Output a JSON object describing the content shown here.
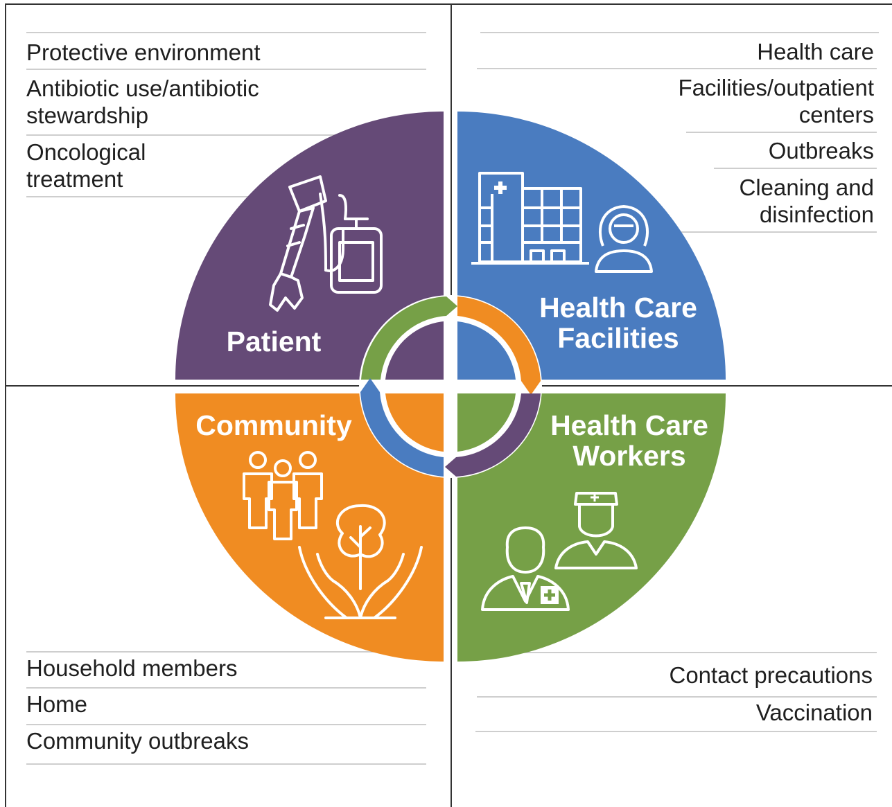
{
  "quadrants": {
    "patient": {
      "label": "Patient",
      "color": "#654a77",
      "icon": "iv-drip-icon",
      "items": [
        "Protective environment",
        "Antibiotic use/antibiotic stewardship",
        "Oncological treatment"
      ]
    },
    "facilities": {
      "label_line1": "Health Care",
      "label_line2": "Facilities",
      "color": "#4a7cc0",
      "icon": "hospital-building-icon",
      "icon2": "staff-person-icon",
      "items": [
        "Health care",
        "Facilities/outpatient centers",
        "Outbreaks",
        "Cleaning and disinfection"
      ]
    },
    "community": {
      "label": "Community",
      "color": "#f08c22",
      "icon": "people-group-icon",
      "icon2": "hands-tree-icon",
      "items": [
        "Household members",
        "Home",
        "Community outbreaks"
      ]
    },
    "workers": {
      "label_line1": "Health Care",
      "label_line2": "Workers",
      "color": "#76a047",
      "icon": "nurse-icon",
      "icon2": "doctor-icon",
      "items": [
        "Contact precautions",
        "Vaccination"
      ]
    }
  },
  "center": {
    "icon": "cycle-arrows-icon"
  }
}
